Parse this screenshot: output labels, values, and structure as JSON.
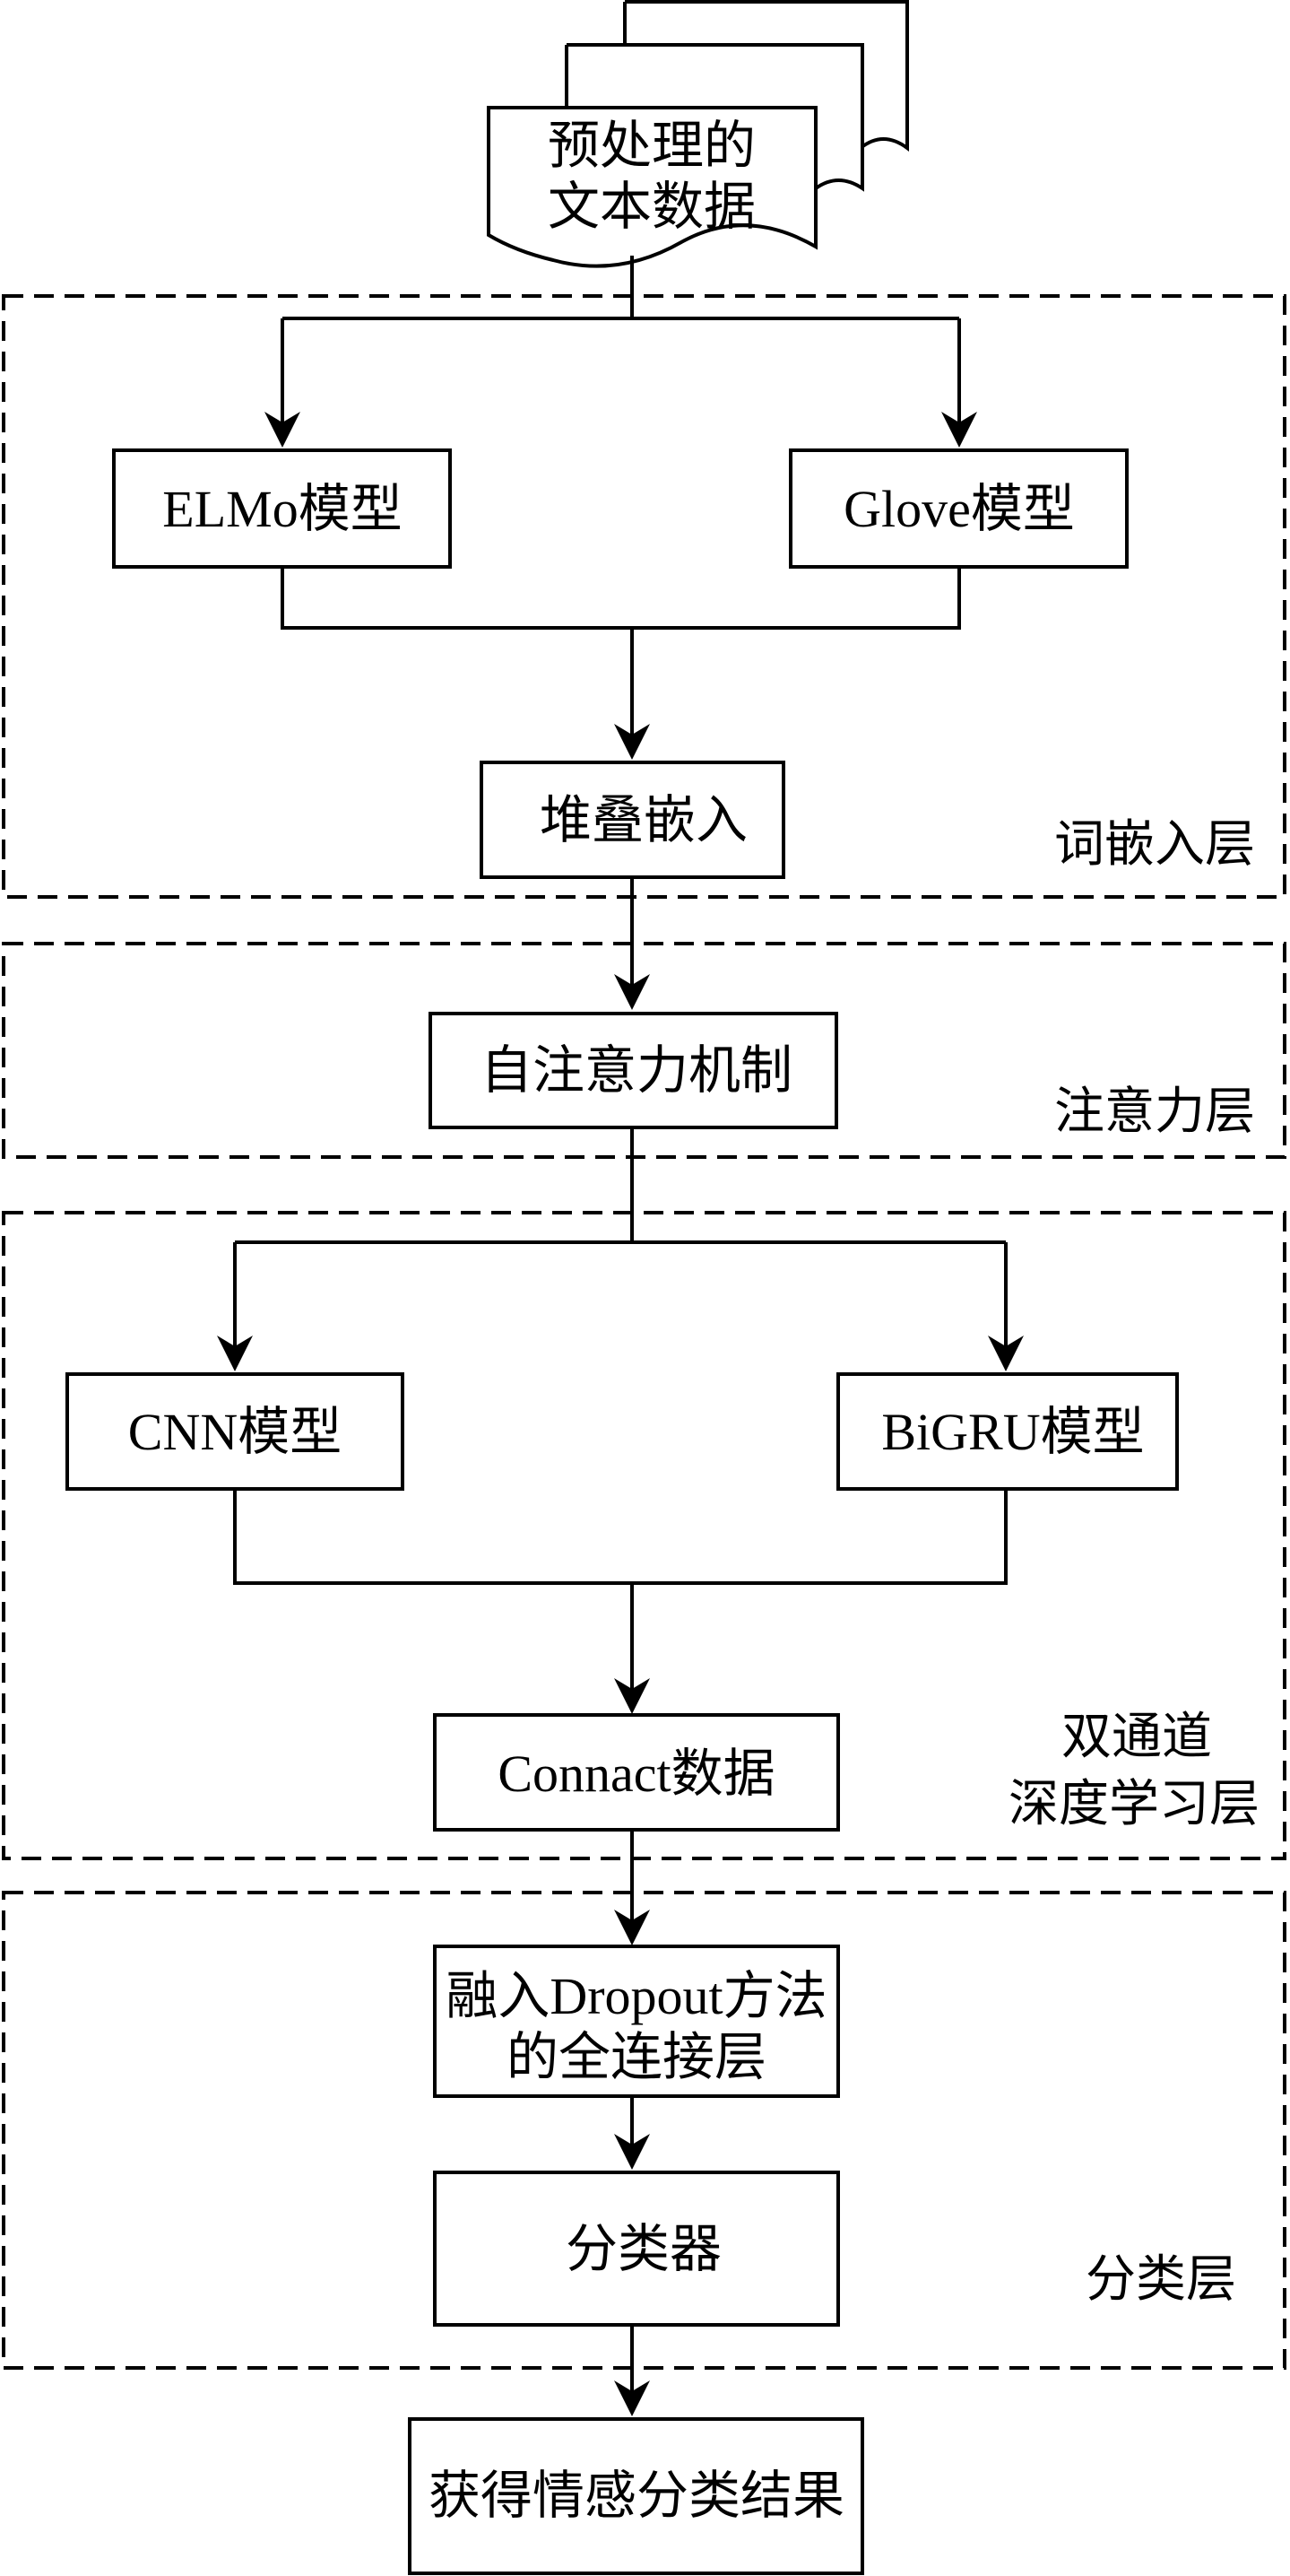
{
  "document": {
    "lines": [
      "预处理的",
      "文本数据"
    ]
  },
  "nodes": {
    "elmo": "ELMo模型",
    "glove": "Glove模型",
    "stack": "堆叠嵌入",
    "attention": "自注意力机制",
    "cnn": "CNN模型",
    "bigru": "BiGRU模型",
    "concat": "Connact数据",
    "dense_line1": "融入Dropout方法",
    "dense_line2": "的全连接层",
    "classifier": "分类器",
    "result": "获得情感分类结果"
  },
  "layers": {
    "embedding": "词嵌入层",
    "attention": "注意力层",
    "dual_line1": "双通道",
    "dual_line2": "深度学习层",
    "classification": "分类层"
  }
}
